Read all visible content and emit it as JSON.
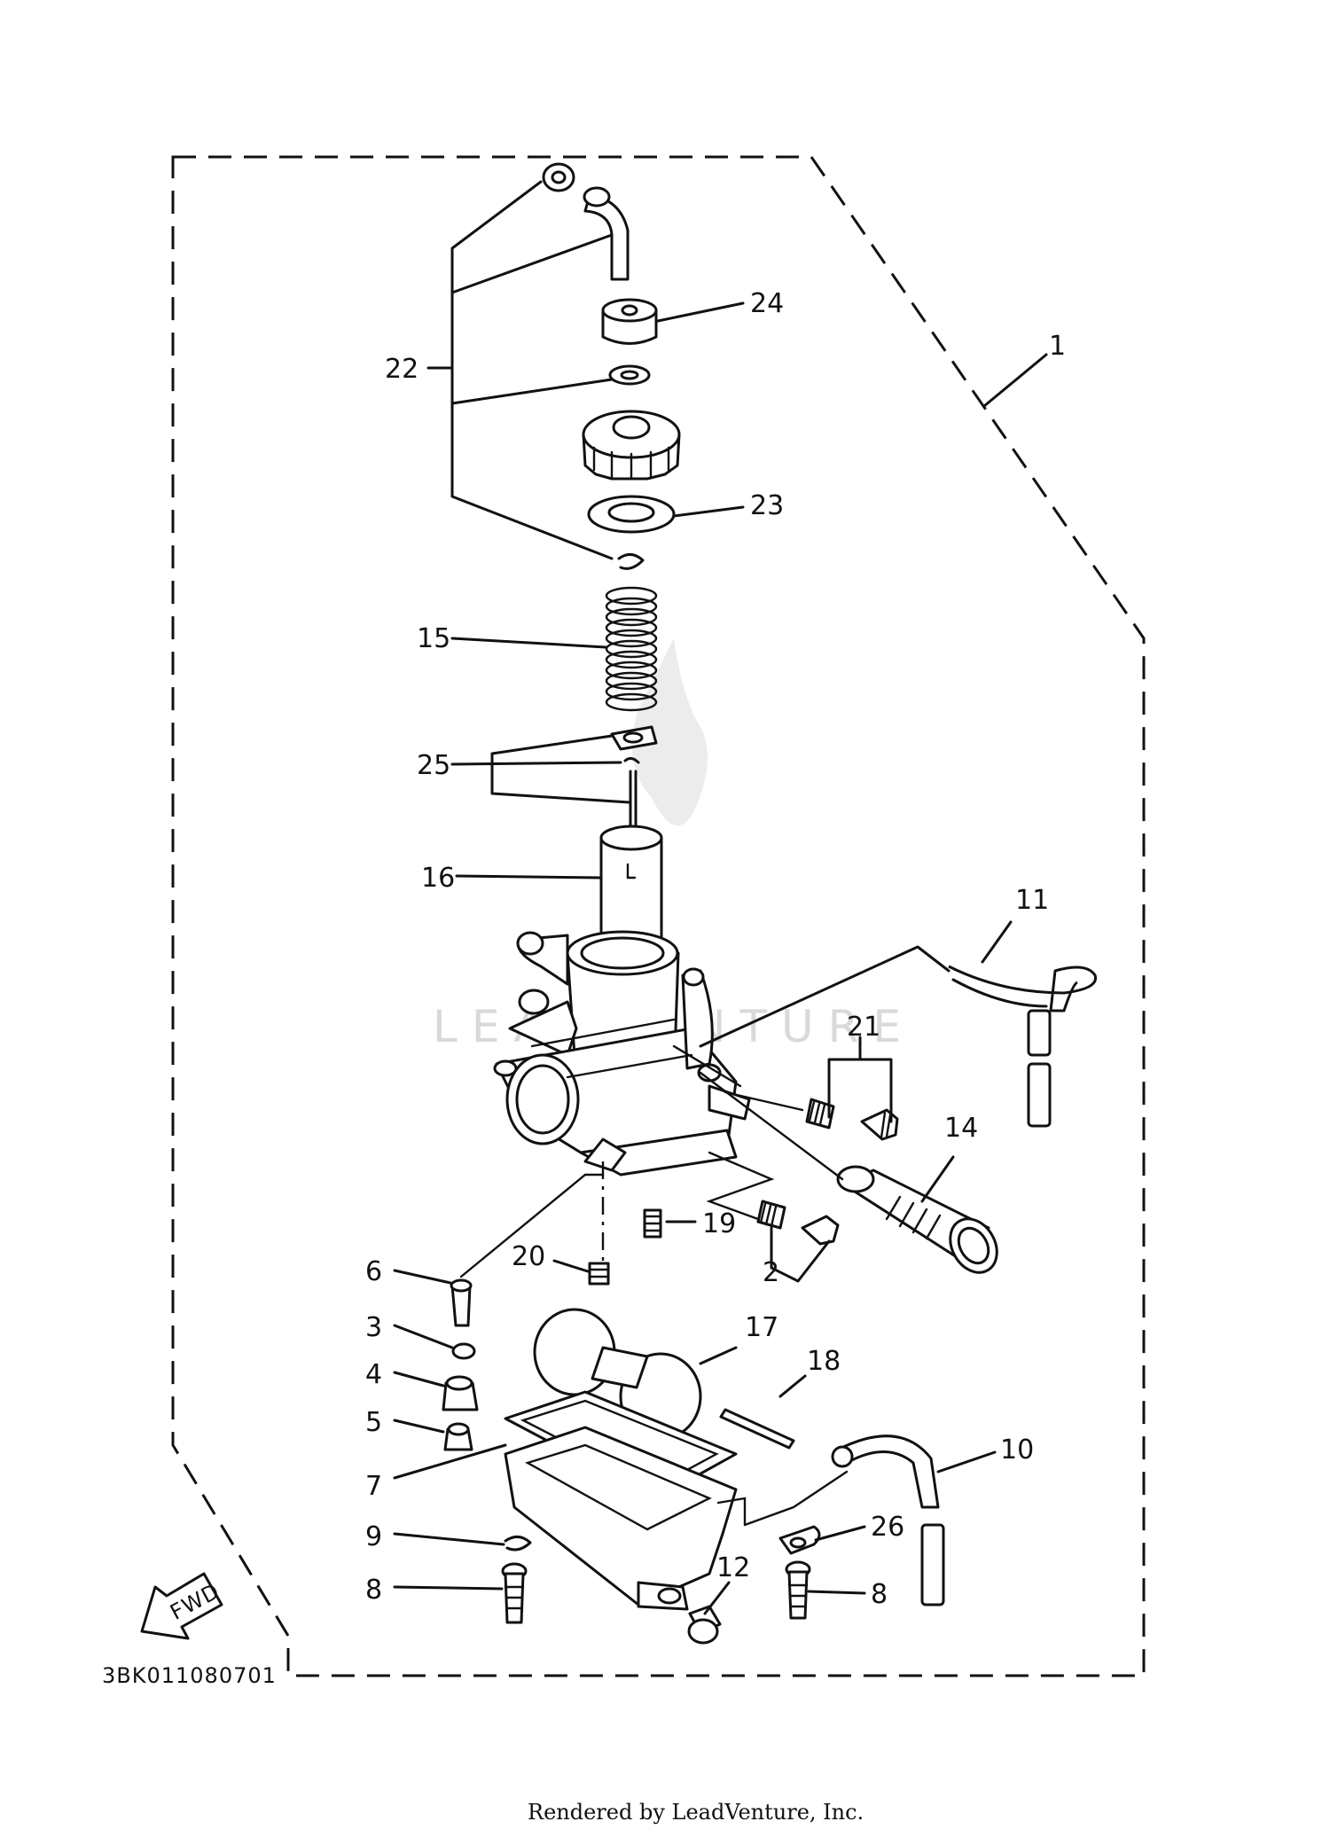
{
  "labels": {
    "p1": "1",
    "p2": "2",
    "p3": "3",
    "p4": "4",
    "p5": "5",
    "p6": "6",
    "p7": "7",
    "p8a": "8",
    "p8b": "8",
    "p9": "9",
    "p10": "10",
    "p11": "11",
    "p12": "12",
    "p14": "14",
    "p15": "15",
    "p16": "16",
    "p17": "17",
    "p18": "18",
    "p19": "19",
    "p20": "20",
    "p21": "21",
    "p22": "22",
    "p23": "23",
    "p24": "24",
    "p25": "25",
    "p26": "26"
  },
  "diagram_code": "3BK011080701",
  "forward_arrow": "FWD",
  "watermark": "LEADVENTURE",
  "footer": "Rendered by LeadVenture, Inc.",
  "icons": {
    "watermark_logo": "leadventure-flame-logo-icon"
  }
}
